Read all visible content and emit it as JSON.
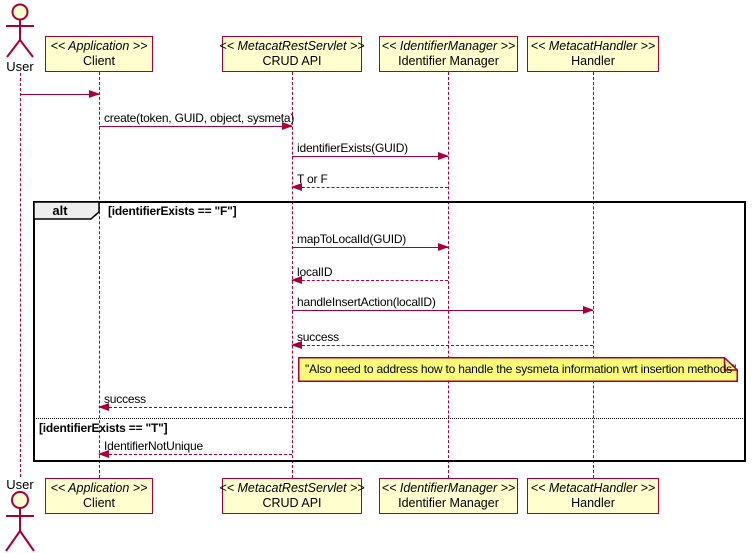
{
  "diagram": {
    "type": "uml-sequence",
    "actor": {
      "name": "User"
    },
    "participants": [
      {
        "stereotype": "<< Application >>",
        "name": "Client"
      },
      {
        "stereotype": "<< MetacatRestServlet >>",
        "name": "CRUD API"
      },
      {
        "stereotype": "<< IdentifierManager >>",
        "name": "Identifier Manager"
      },
      {
        "stereotype": "<< MetacatHandler >>",
        "name": "Handler"
      }
    ],
    "messages": [
      {
        "from": "User",
        "to": "Client",
        "style": "solid",
        "label": ""
      },
      {
        "from": "Client",
        "to": "CRUD API",
        "style": "solid",
        "label": "create(token, GUID, object, sysmeta)"
      },
      {
        "from": "CRUD API",
        "to": "Identifier Manager",
        "style": "solid",
        "label": "identifierExists(GUID)"
      },
      {
        "from": "Identifier Manager",
        "to": "CRUD API",
        "style": "dashed",
        "label": "T or F"
      },
      {
        "from": "CRUD API",
        "to": "Identifier Manager",
        "style": "solid",
        "label": "mapToLocalId(GUID)"
      },
      {
        "from": "Identifier Manager",
        "to": "CRUD API",
        "style": "dashed",
        "label": "localID"
      },
      {
        "from": "CRUD API",
        "to": "Handler",
        "style": "solid",
        "label": "handleInsertAction(localID)"
      },
      {
        "from": "Handler",
        "to": "CRUD API",
        "style": "dashed",
        "label": "success"
      },
      {
        "from": "CRUD API",
        "to": "Client",
        "style": "dashed",
        "label": "success"
      },
      {
        "from": "CRUD API",
        "to": "Client",
        "style": "dashed",
        "label": "IdentifierNotUnique"
      }
    ],
    "alt": {
      "operator": "alt",
      "guard_if": "[identifierExists == \"F\"]",
      "guard_else": "[identifierExists == \"T\"]"
    },
    "note": "\"Also need to address how to handle the sysmeta information wrt insertion methods\"",
    "colors": {
      "participant_fill": "#FEFECE",
      "line_and_border": "#A80036",
      "note_fill": "#FBFB77",
      "frame_border": "#000000",
      "operator_tab_fill": "#EEEEEE",
      "text": "#000000"
    }
  }
}
